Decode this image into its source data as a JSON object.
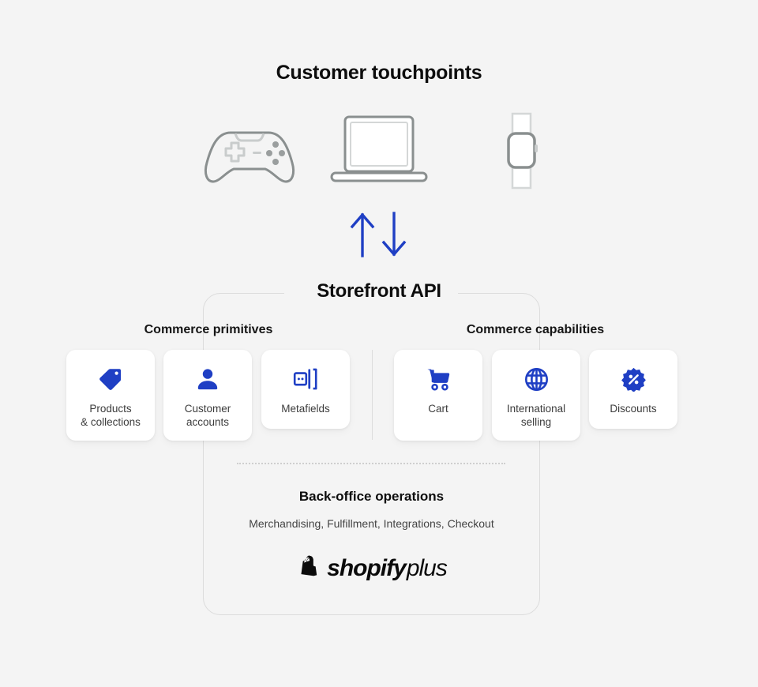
{
  "heading": "Customer touchpoints",
  "touchpoints": [
    {
      "name": "gamepad-icon",
      "label": "Game controller"
    },
    {
      "name": "laptop-icon",
      "label": "Laptop"
    },
    {
      "name": "smartwatch-icon",
      "label": "Smartwatch"
    }
  ],
  "flow": {
    "up_arrow": "↑",
    "down_arrow": "↓",
    "color": "#1f3fc4"
  },
  "api": {
    "title": "Storefront API",
    "border_color": "#dcdcdc"
  },
  "groups": [
    {
      "label": "Commerce primitives"
    },
    {
      "label": "Commerce capabilities"
    }
  ],
  "cards": {
    "primitives": [
      {
        "icon": "price-tag-icon",
        "label": "Products\n& collections"
      },
      {
        "icon": "person-icon",
        "label": "Customer\naccounts"
      },
      {
        "icon": "metafields-icon",
        "label": "Metafields"
      }
    ],
    "capabilities": [
      {
        "icon": "shopping-cart-icon",
        "label": "Cart"
      },
      {
        "icon": "globe-icon",
        "label": "International\nselling"
      },
      {
        "icon": "discount-badge-icon",
        "label": "Discounts"
      }
    ]
  },
  "backoffice": {
    "title": "Back-office operations",
    "subtitle": "Merchandising, Fulfillment, Integrations, Checkout"
  },
  "logo": {
    "bag_icon": "shopify-bag-icon",
    "word_primary": "shopify",
    "word_secondary": "plus"
  },
  "colors": {
    "background": "#f4f4f4",
    "card": "#ffffff",
    "accent_blue": "#1f3fc4",
    "device_outline": "#8a8f8f",
    "text": "#1a1a1a"
  }
}
